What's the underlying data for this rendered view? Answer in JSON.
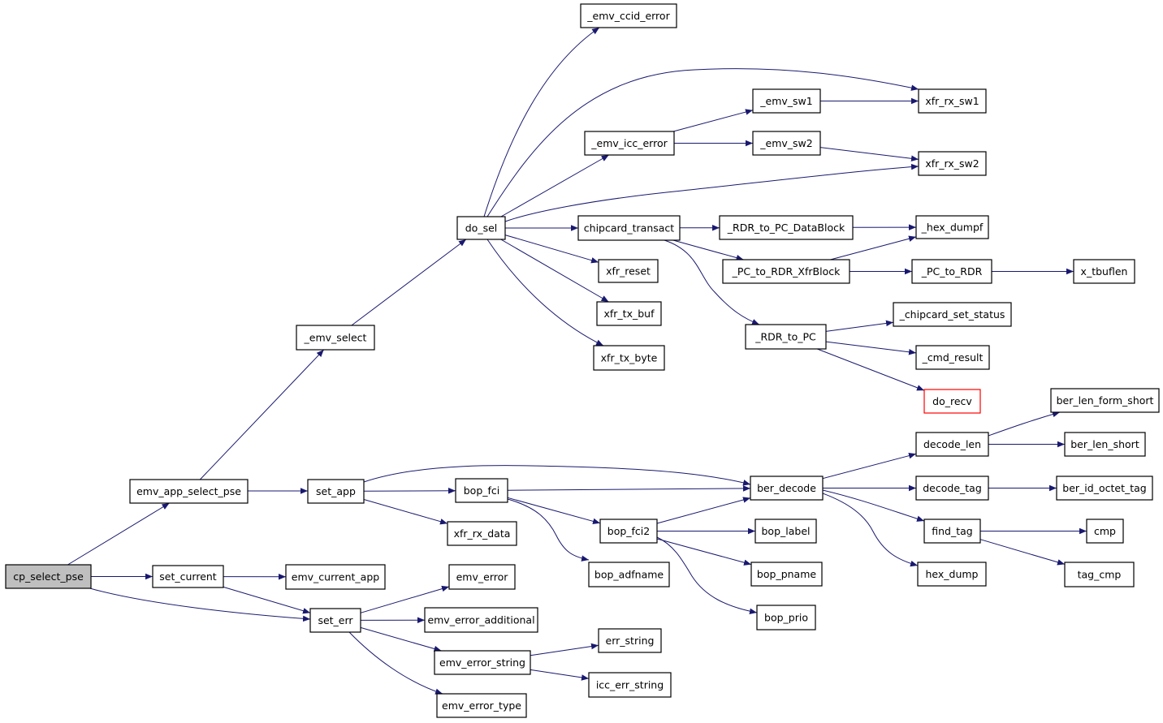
{
  "colors": {
    "edge": "#191970",
    "node_border": "#000000",
    "node_fill": "#ffffff",
    "root_fill": "#bfbfbf",
    "missing_border": "#ff0000"
  },
  "nodes": [
    {
      "id": "cp_select_pse",
      "label": "cp_select_pse",
      "style": "root"
    },
    {
      "id": "emv_app_select_pse",
      "label": "emv_app_select_pse"
    },
    {
      "id": "set_current",
      "label": "set_current"
    },
    {
      "id": "set_err",
      "label": "set_err"
    },
    {
      "id": "_emv_select",
      "label": "_emv_select"
    },
    {
      "id": "set_app",
      "label": "set_app"
    },
    {
      "id": "emv_current_app",
      "label": "emv_current_app"
    },
    {
      "id": "emv_error",
      "label": "emv_error"
    },
    {
      "id": "emv_error_additional",
      "label": "emv_error_additional"
    },
    {
      "id": "emv_error_string",
      "label": "emv_error_string"
    },
    {
      "id": "emv_error_type",
      "label": "emv_error_type"
    },
    {
      "id": "do_sel",
      "label": "do_sel"
    },
    {
      "id": "bop_fci",
      "label": "bop_fci"
    },
    {
      "id": "xfr_rx_data",
      "label": "xfr_rx_data"
    },
    {
      "id": "_emv_ccid_error",
      "label": "_emv_ccid_error"
    },
    {
      "id": "_emv_icc_error",
      "label": "_emv_icc_error"
    },
    {
      "id": "chipcard_transact",
      "label": "chipcard_transact"
    },
    {
      "id": "xfr_reset",
      "label": "xfr_reset"
    },
    {
      "id": "xfr_tx_buf",
      "label": "xfr_tx_buf"
    },
    {
      "id": "xfr_tx_byte",
      "label": "xfr_tx_byte"
    },
    {
      "id": "bop_fci2",
      "label": "bop_fci2"
    },
    {
      "id": "bop_adfname",
      "label": "bop_adfname"
    },
    {
      "id": "err_string",
      "label": "err_string"
    },
    {
      "id": "icc_err_string",
      "label": "icc_err_string"
    },
    {
      "id": "_emv_sw1",
      "label": "_emv_sw1"
    },
    {
      "id": "_emv_sw2",
      "label": "_emv_sw2"
    },
    {
      "id": "_RDR_to_PC_DataBlock",
      "label": "_RDR_to_PC_DataBlock"
    },
    {
      "id": "_PC_to_RDR_XfrBlock",
      "label": "_PC_to_RDR_XfrBlock"
    },
    {
      "id": "_RDR_to_PC",
      "label": "_RDR_to_PC"
    },
    {
      "id": "ber_decode",
      "label": "ber_decode"
    },
    {
      "id": "bop_label",
      "label": "bop_label"
    },
    {
      "id": "bop_pname",
      "label": "bop_pname"
    },
    {
      "id": "bop_prio",
      "label": "bop_prio"
    },
    {
      "id": "xfr_rx_sw1",
      "label": "xfr_rx_sw1"
    },
    {
      "id": "xfr_rx_sw2",
      "label": "xfr_rx_sw2"
    },
    {
      "id": "_hex_dumpf",
      "label": "_hex_dumpf"
    },
    {
      "id": "_PC_to_RDR",
      "label": "_PC_to_RDR"
    },
    {
      "id": "_chipcard_set_status",
      "label": "_chipcard_set_status"
    },
    {
      "id": "_cmd_result",
      "label": "_cmd_result"
    },
    {
      "id": "do_recv",
      "label": "do_recv",
      "style": "missing"
    },
    {
      "id": "decode_len",
      "label": "decode_len"
    },
    {
      "id": "decode_tag",
      "label": "decode_tag"
    },
    {
      "id": "find_tag",
      "label": "find_tag"
    },
    {
      "id": "hex_dump",
      "label": "hex_dump"
    },
    {
      "id": "x_tbuflen",
      "label": "x_tbuflen"
    },
    {
      "id": "ber_len_form_short",
      "label": "ber_len_form_short"
    },
    {
      "id": "ber_len_short",
      "label": "ber_len_short"
    },
    {
      "id": "ber_id_octet_tag",
      "label": "ber_id_octet_tag"
    },
    {
      "id": "cmp",
      "label": "cmp"
    },
    {
      "id": "tag_cmp",
      "label": "tag_cmp"
    }
  ],
  "edges": [
    {
      "from": "cp_select_pse",
      "to": "emv_app_select_pse"
    },
    {
      "from": "cp_select_pse",
      "to": "set_current"
    },
    {
      "from": "cp_select_pse",
      "to": "set_err"
    },
    {
      "from": "emv_app_select_pse",
      "to": "_emv_select"
    },
    {
      "from": "emv_app_select_pse",
      "to": "set_app"
    },
    {
      "from": "set_current",
      "to": "emv_current_app"
    },
    {
      "from": "set_current",
      "to": "set_err"
    },
    {
      "from": "set_err",
      "to": "emv_error"
    },
    {
      "from": "set_err",
      "to": "emv_error_additional"
    },
    {
      "from": "set_err",
      "to": "emv_error_string"
    },
    {
      "from": "set_err",
      "to": "emv_error_type"
    },
    {
      "from": "_emv_select",
      "to": "do_sel"
    },
    {
      "from": "set_app",
      "to": "ber_decode"
    },
    {
      "from": "set_app",
      "to": "bop_fci"
    },
    {
      "from": "set_app",
      "to": "xfr_rx_data"
    },
    {
      "from": "emv_error_string",
      "to": "err_string"
    },
    {
      "from": "emv_error_string",
      "to": "icc_err_string"
    },
    {
      "from": "do_sel",
      "to": "_emv_ccid_error"
    },
    {
      "from": "do_sel",
      "to": "xfr_rx_sw1"
    },
    {
      "from": "do_sel",
      "to": "_emv_icc_error"
    },
    {
      "from": "do_sel",
      "to": "xfr_rx_sw2"
    },
    {
      "from": "do_sel",
      "to": "chipcard_transact"
    },
    {
      "from": "do_sel",
      "to": "xfr_reset"
    },
    {
      "from": "do_sel",
      "to": "xfr_tx_buf"
    },
    {
      "from": "do_sel",
      "to": "xfr_tx_byte"
    },
    {
      "from": "bop_fci",
      "to": "ber_decode"
    },
    {
      "from": "bop_fci",
      "to": "bop_fci2"
    },
    {
      "from": "bop_fci",
      "to": "bop_adfname"
    },
    {
      "from": "_emv_icc_error",
      "to": "_emv_sw1"
    },
    {
      "from": "_emv_icc_error",
      "to": "_emv_sw2"
    },
    {
      "from": "chipcard_transact",
      "to": "_RDR_to_PC_DataBlock"
    },
    {
      "from": "chipcard_transact",
      "to": "_PC_to_RDR_XfrBlock"
    },
    {
      "from": "chipcard_transact",
      "to": "_RDR_to_PC"
    },
    {
      "from": "bop_fci2",
      "to": "ber_decode"
    },
    {
      "from": "bop_fci2",
      "to": "bop_label"
    },
    {
      "from": "bop_fci2",
      "to": "bop_pname"
    },
    {
      "from": "bop_fci2",
      "to": "bop_prio"
    },
    {
      "from": "_emv_sw1",
      "to": "xfr_rx_sw1"
    },
    {
      "from": "_emv_sw2",
      "to": "xfr_rx_sw2"
    },
    {
      "from": "_RDR_to_PC_DataBlock",
      "to": "_hex_dumpf"
    },
    {
      "from": "_PC_to_RDR_XfrBlock",
      "to": "_hex_dumpf"
    },
    {
      "from": "_PC_to_RDR_XfrBlock",
      "to": "_PC_to_RDR"
    },
    {
      "from": "_RDR_to_PC",
      "to": "_chipcard_set_status"
    },
    {
      "from": "_RDR_to_PC",
      "to": "_cmd_result"
    },
    {
      "from": "_RDR_to_PC",
      "to": "do_recv"
    },
    {
      "from": "_PC_to_RDR",
      "to": "x_tbuflen"
    },
    {
      "from": "ber_decode",
      "to": "decode_len"
    },
    {
      "from": "ber_decode",
      "to": "decode_tag"
    },
    {
      "from": "ber_decode",
      "to": "find_tag"
    },
    {
      "from": "ber_decode",
      "to": "hex_dump"
    },
    {
      "from": "decode_len",
      "to": "ber_len_form_short"
    },
    {
      "from": "decode_len",
      "to": "ber_len_short"
    },
    {
      "from": "decode_tag",
      "to": "ber_id_octet_tag"
    },
    {
      "from": "find_tag",
      "to": "cmp"
    },
    {
      "from": "find_tag",
      "to": "tag_cmp"
    }
  ]
}
